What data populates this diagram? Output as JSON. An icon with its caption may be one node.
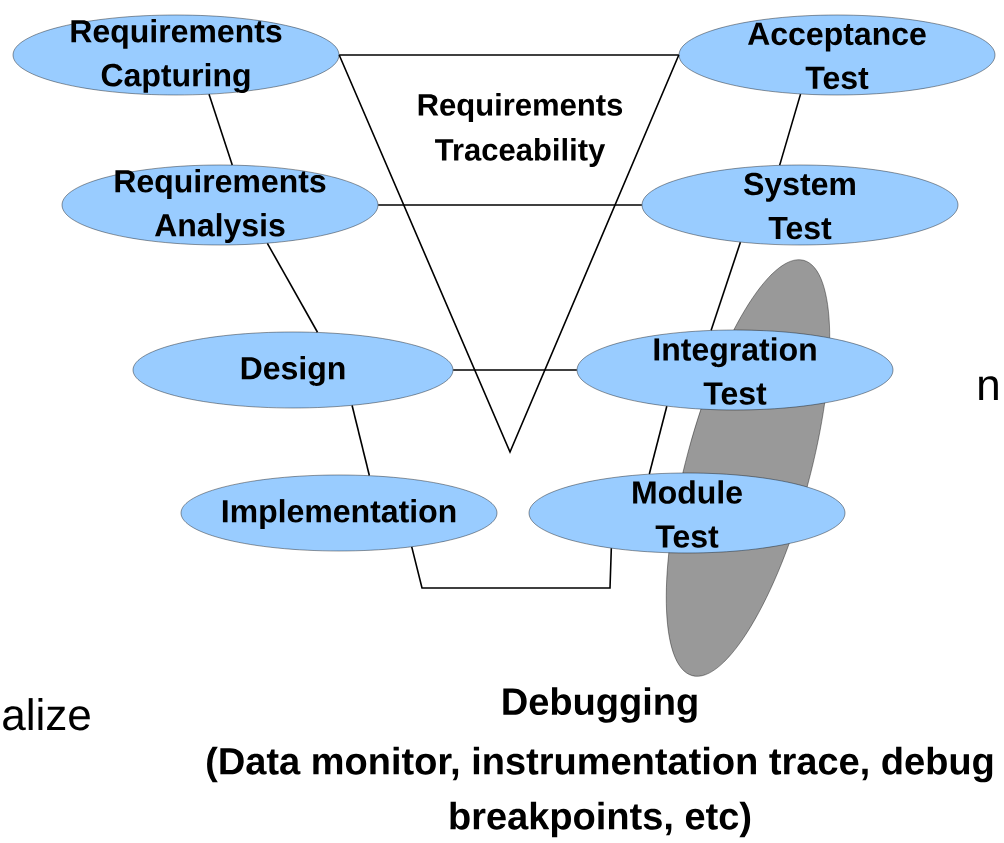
{
  "diagram": {
    "nodes": [
      {
        "text": [
          "Requirements Capturing"
        ]
      },
      {
        "text": [
          "Acceptance Test"
        ]
      },
      {
        "text": [
          "Requirements Analysis"
        ]
      },
      {
        "text": [
          "System Test"
        ]
      },
      {
        "text": [
          "Design"
        ]
      },
      {
        "text": [
          "Integration Test"
        ]
      },
      {
        "text": [
          "Implementation"
        ]
      },
      {
        "text": [
          "Module Test"
        ]
      },
      {
        "text": [],
        "shape": "ellipse",
        "beside": [
          "Debugging",
          "(Data monitor, instrumentation trace, debug breakpoints, etc)"
        ]
      }
    ],
    "edges": [
      {
        "from": 0,
        "to": 2,
        "arrow": "none"
      },
      {
        "from": 2,
        "to": 4,
        "arrow": "none"
      },
      {
        "from": 4,
        "to": 6,
        "arrow": "none"
      },
      {
        "from": 1,
        "to": 3,
        "arrow": "none"
      },
      {
        "from": 3,
        "to": 5,
        "arrow": "none"
      },
      {
        "from": 5,
        "to": 7,
        "arrow": "none"
      },
      {
        "from": 0,
        "to": 1,
        "arrow": "none"
      },
      {
        "from": 0,
        "to": 1,
        "arrow": "none"
      },
      {
        "from": 2,
        "to": 3,
        "arrow": "none"
      },
      {
        "from": 4,
        "to": 5,
        "arrow": "none"
      },
      {
        "from": 6,
        "to": 7,
        "arrow": "none"
      }
    ],
    "labels": [
      "Requirements Traceability",
      "n",
      "alize"
    ]
  }
}
